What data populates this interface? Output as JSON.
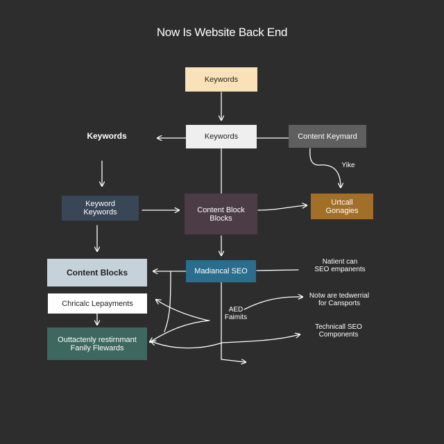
{
  "title": "Now Is Website Back End",
  "colors": {
    "background": "#2d2d2d",
    "keywords_top_fill": "#f9e2b9",
    "keywords_mid_fill": "#efefef",
    "content_keymard_fill": "#5f5f5f",
    "keyword_keywords_fill": "#394655",
    "content_block_fill": "#4c3c45",
    "urtcall_fill": "#a26f28",
    "content_blocks_fill": "#c5d2da",
    "madiancal_fill": "#2b6d8d",
    "chricalc_fill": "#ffffff",
    "outtactenly_fill": "#3d675f",
    "connector": "#ffffff"
  },
  "nodes": {
    "keywords_top": {
      "lines": [
        "Keywords"
      ]
    },
    "keywords_mid": {
      "lines": [
        "Keywords"
      ]
    },
    "content_keymard": {
      "lines": [
        "Content Keymard"
      ]
    },
    "keywords_text": {
      "lines": [
        "Keywords"
      ]
    },
    "keyword_keywords": {
      "lines": [
        "Keyword",
        "Keywords"
      ]
    },
    "content_block": {
      "lines": [
        "Content Block",
        "Blocks"
      ]
    },
    "urtcall": {
      "lines": [
        "Urtcall",
        "Gonagies"
      ]
    },
    "content_blocks": {
      "lines": [
        "Content Blocks"
      ]
    },
    "madiancal_seo": {
      "lines": [
        "Madiancal SEO"
      ]
    },
    "chricalc": {
      "lines": [
        "Chricalc Lepayments"
      ]
    },
    "outtactenly": {
      "lines": [
        "Outtactenly restirnmant",
        "Fanily Flewards"
      ]
    }
  },
  "labels": {
    "yike": {
      "lines": [
        "Yike"
      ]
    },
    "natient": {
      "lines": [
        "Natient can",
        "SEO empanents"
      ]
    },
    "aed": {
      "lines": [
        "AED",
        "Faimits"
      ]
    },
    "notw": {
      "lines": [
        "Notw are tedwerrial",
        "for Cansports"
      ]
    },
    "technicall": {
      "lines": [
        "Technicall SEO",
        "Components"
      ]
    }
  }
}
